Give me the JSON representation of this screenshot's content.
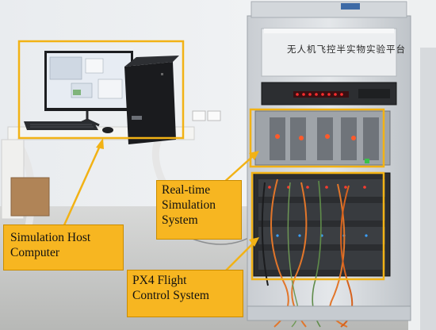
{
  "rack": {
    "title": "无人机飞控半实物实验平台"
  },
  "labels": {
    "host": [
      "Simulation  Host",
      "Computer"
    ],
    "realtime": [
      "Real-time",
      "Simulation",
      "System"
    ],
    "px4": [
      "PX4 Flight",
      "Control System"
    ]
  },
  "colors": {
    "callout_fill": "#f7b621",
    "callout_stroke": "#f2b215",
    "rack_body": "#dfe2e6"
  }
}
